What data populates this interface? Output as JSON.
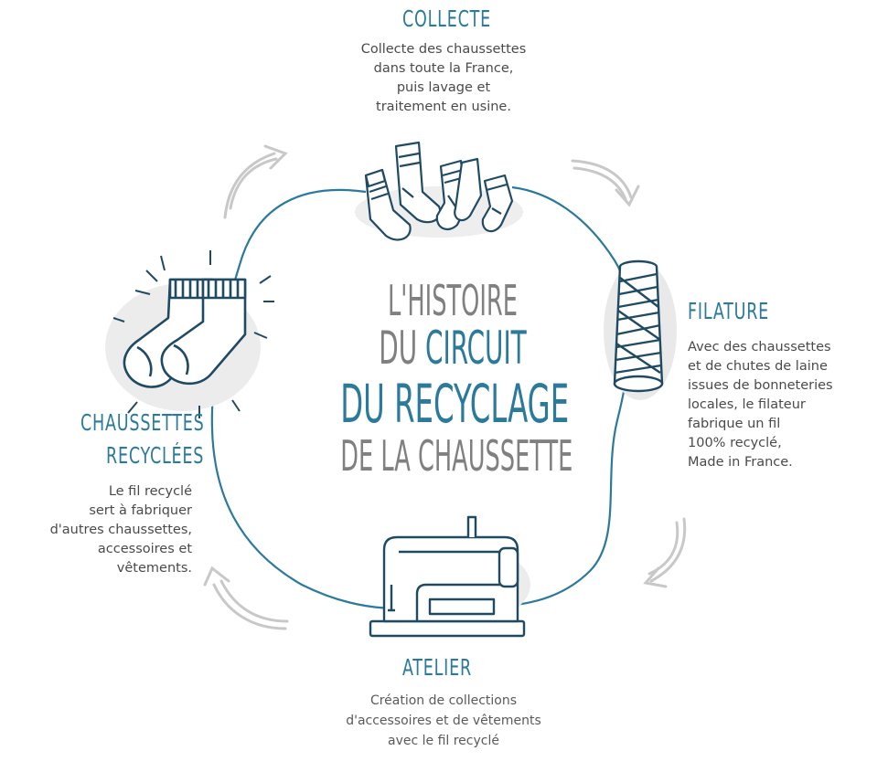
{
  "title": {
    "line1": "L'HISTOIRE",
    "line2_prefix": "DU",
    "line2_highlight": "CIRCUIT",
    "line3": "DU RECYCLAGE",
    "line4": "DE LA CHAUSSETTE"
  },
  "steps": {
    "collecte": {
      "heading": "COLLECTE",
      "lines": [
        "Collecte des chaussettes",
        "dans toute la France,",
        "puis lavage et",
        "traitement en usine."
      ]
    },
    "filature": {
      "heading": "FILATURE",
      "lines": [
        "Avec des chaussettes",
        "et de chutes de laine",
        "issues de bonneteries",
        "locales, le filateur",
        "fabrique un fil",
        "100% recyclé,",
        "Made in France."
      ]
    },
    "atelier": {
      "heading": "ATELIER",
      "lines": [
        "Création de collections",
        "d'accessoires et de vêtements",
        "avec le fil recyclé"
      ]
    },
    "recyclees": {
      "heading_line1": "CHAUSSETTES",
      "heading_line2": "RECYCLÉES",
      "lines": [
        "Le fil recyclé",
        "sert à fabriquer",
        "d'autres chaussettes,",
        "accessoires et",
        "vêtements."
      ]
    }
  },
  "colors": {
    "accent": "#2b7a9b",
    "title_gray": "#808080",
    "icon_dark": "#1f4a63",
    "arrow_gray": "#c8c8c8"
  },
  "icons": [
    "socks-pile-icon",
    "thread-spool-icon",
    "sewing-machine-icon",
    "recycled-socks-icon",
    "cycle-arrow-icon"
  ]
}
